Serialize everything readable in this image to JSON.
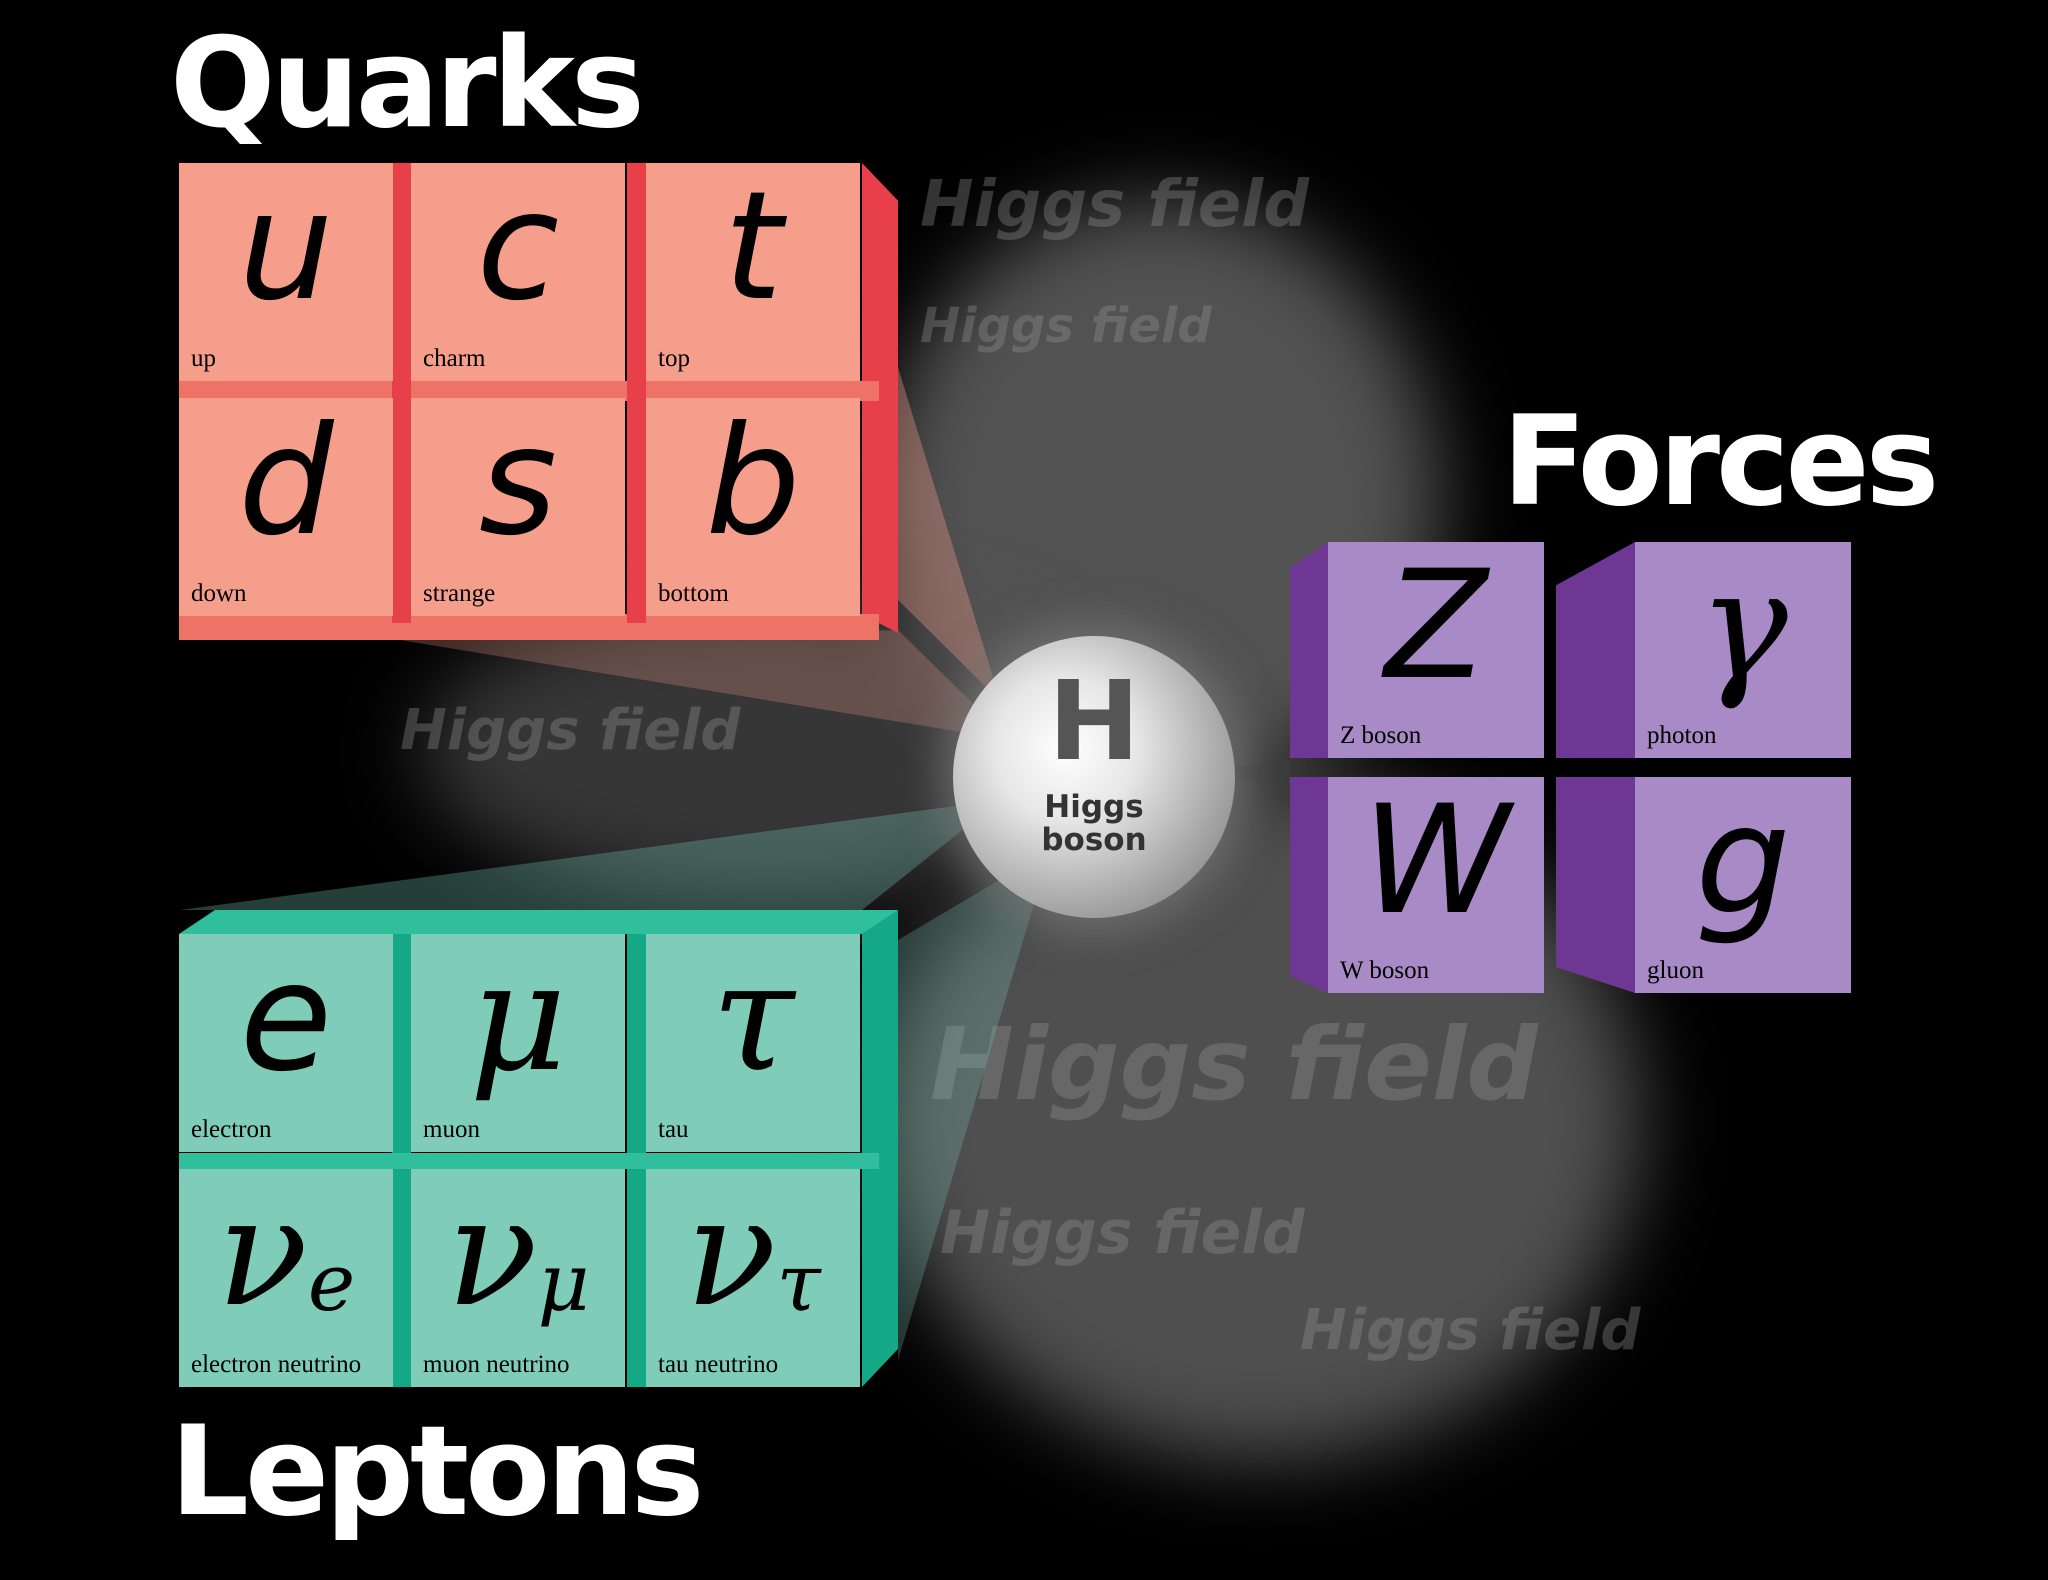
{
  "titles": {
    "quarks": "Quarks",
    "leptons": "Leptons",
    "forces": "Forces"
  },
  "colors": {
    "background": "#000000",
    "quark_face": "#f59e8b",
    "quark_side": "#e8404a",
    "quark_bottom": "#ef7266",
    "lepton_face": "#7fcdb9",
    "lepton_side": "#15a886",
    "force_face": "#a88bc6",
    "force_side": "#6e3794",
    "higgs": "#d9d9d9"
  },
  "quarks": [
    {
      "symbol": "u",
      "name": "up"
    },
    {
      "symbol": "c",
      "name": "charm"
    },
    {
      "symbol": "t",
      "name": "top"
    },
    {
      "symbol": "d",
      "name": "down"
    },
    {
      "symbol": "s",
      "name": "strange"
    },
    {
      "symbol": "b",
      "name": "bottom"
    }
  ],
  "leptons": [
    {
      "symbol": "e",
      "sub": "",
      "name": "electron"
    },
    {
      "symbol": "μ",
      "sub": "",
      "name": "muon"
    },
    {
      "symbol": "τ",
      "sub": "",
      "name": "tau"
    },
    {
      "symbol": "ν",
      "sub": "e",
      "name": "electron neutrino"
    },
    {
      "symbol": "ν",
      "sub": "μ",
      "name": "muon neutrino"
    },
    {
      "symbol": "ν",
      "sub": "τ",
      "name": "tau neutrino"
    }
  ],
  "forces": [
    {
      "symbol": "Z",
      "name": "Z boson"
    },
    {
      "symbol": "γ",
      "name": "photon"
    },
    {
      "symbol": "W",
      "name": "W boson"
    },
    {
      "symbol": "g",
      "name": "gluon"
    }
  ],
  "higgs": {
    "symbol": "H",
    "label_line1": "Higgs",
    "label_line2": "boson"
  },
  "field_label": "Higgs field"
}
